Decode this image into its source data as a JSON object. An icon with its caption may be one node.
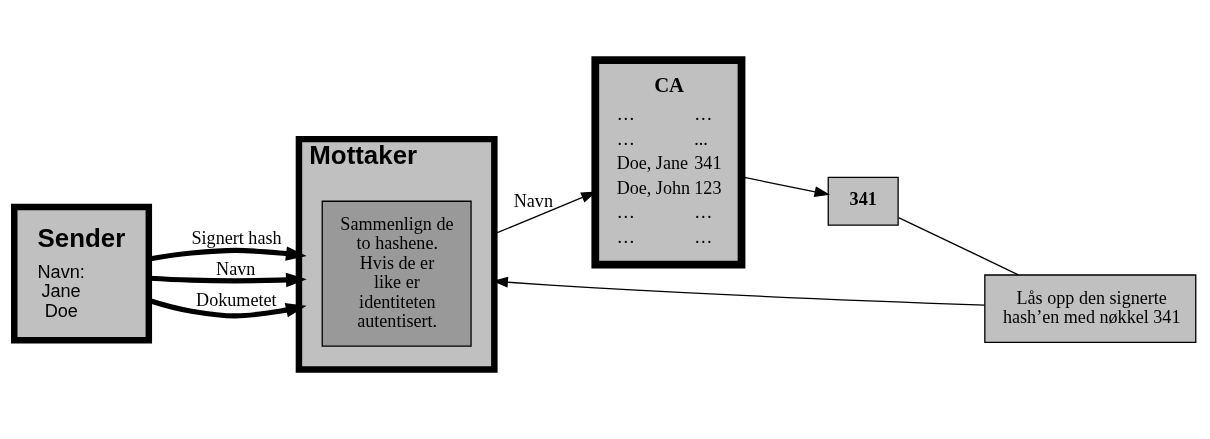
{
  "diagram": {
    "nodes": [
      {
        "text": [
          "Sender",
          "Navn: Jane Doe"
        ]
      },
      {
        "text": [
          "Mottaker"
        ]
      },
      {
        "text": [
          "Sammenlign de to hashene. Hvis de er like er identiteten autentisert."
        ],
        "in": 1
      },
      {
        "text": [
          "CA",
          "…",
          "…",
          "…",
          "...",
          "Doe, Jane",
          "341",
          "Doe, John",
          "123",
          "…",
          "…",
          "…",
          "…"
        ]
      },
      {
        "text": [
          "341"
        ]
      },
      {
        "text": [
          "Lås opp den signerte hash’en med nøkkel 341"
        ]
      }
    ],
    "edges": [
      {
        "from": 0,
        "to": 1,
        "label": "Signert hash",
        "arrow": "to",
        "style": "thick"
      },
      {
        "from": 0,
        "to": 1,
        "label": "Navn",
        "arrow": "to",
        "style": "thick"
      },
      {
        "from": 0,
        "to": 1,
        "label": "Dokumetet",
        "arrow": "to",
        "style": "thick"
      },
      {
        "from": 1,
        "to": 3,
        "label": "Navn",
        "arrow": "to"
      },
      {
        "from": 3,
        "to": 4,
        "arrow": "to"
      },
      {
        "from": 4,
        "to": 5,
        "arrow": "none"
      },
      {
        "from": 5,
        "to": 1,
        "arrow": "to"
      }
    ]
  }
}
